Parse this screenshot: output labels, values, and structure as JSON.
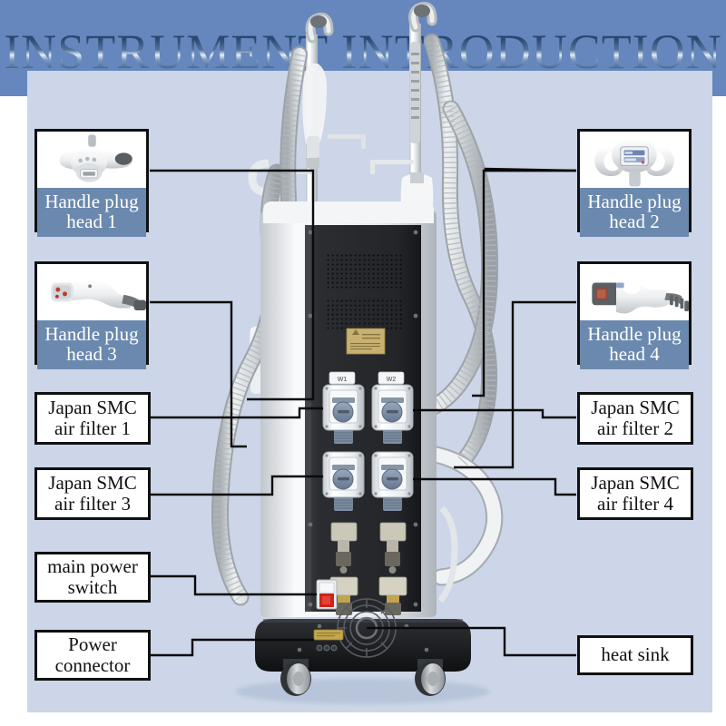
{
  "page": {
    "title": "INSTRUMENT INTRODUCTION",
    "banner_color": "#6587bd",
    "panel_color": "#ccd6e8",
    "caption_bar_color": "#6b89ae",
    "leader_line_color": "#0a0a0a",
    "box_border_color": "#101010"
  },
  "callouts": {
    "handle_plug_head_1": {
      "label": "Handle plug\nhead 1",
      "icon": "handle-plug-head-1-photo"
    },
    "handle_plug_head_2": {
      "label": "Handle plug\nhead 2",
      "icon": "handle-plug-head-2-photo"
    },
    "handle_plug_head_3": {
      "label": "Handle plug\nhead 3",
      "icon": "handle-plug-head-3-photo"
    },
    "handle_plug_head_4": {
      "label": "Handle plug\nhead 4",
      "icon": "handle-plug-head-4-photo"
    },
    "air_filter_1": {
      "label": "Japan SMC\nair filter 1"
    },
    "air_filter_2": {
      "label": "Japan SMC\nair filter 2"
    },
    "air_filter_3": {
      "label": "Japan SMC\nair filter 3"
    },
    "air_filter_4": {
      "label": "Japan SMC\nair filter 4"
    },
    "main_power_switch": {
      "label": "main power\nswitch"
    },
    "power_connector": {
      "label": "Power\nconnector"
    },
    "heat_sink": {
      "label": "heat sink"
    }
  },
  "machine": {
    "filter_tags": [
      "W1",
      "W2"
    ],
    "body_color": "#2b2d31",
    "frame_color": "#e9ecef",
    "hose_color": "#cfd2d4",
    "switch_color": "#cf2318",
    "connector_plate_color": "#c3a84a",
    "warning_label_color": "#c8b070"
  }
}
